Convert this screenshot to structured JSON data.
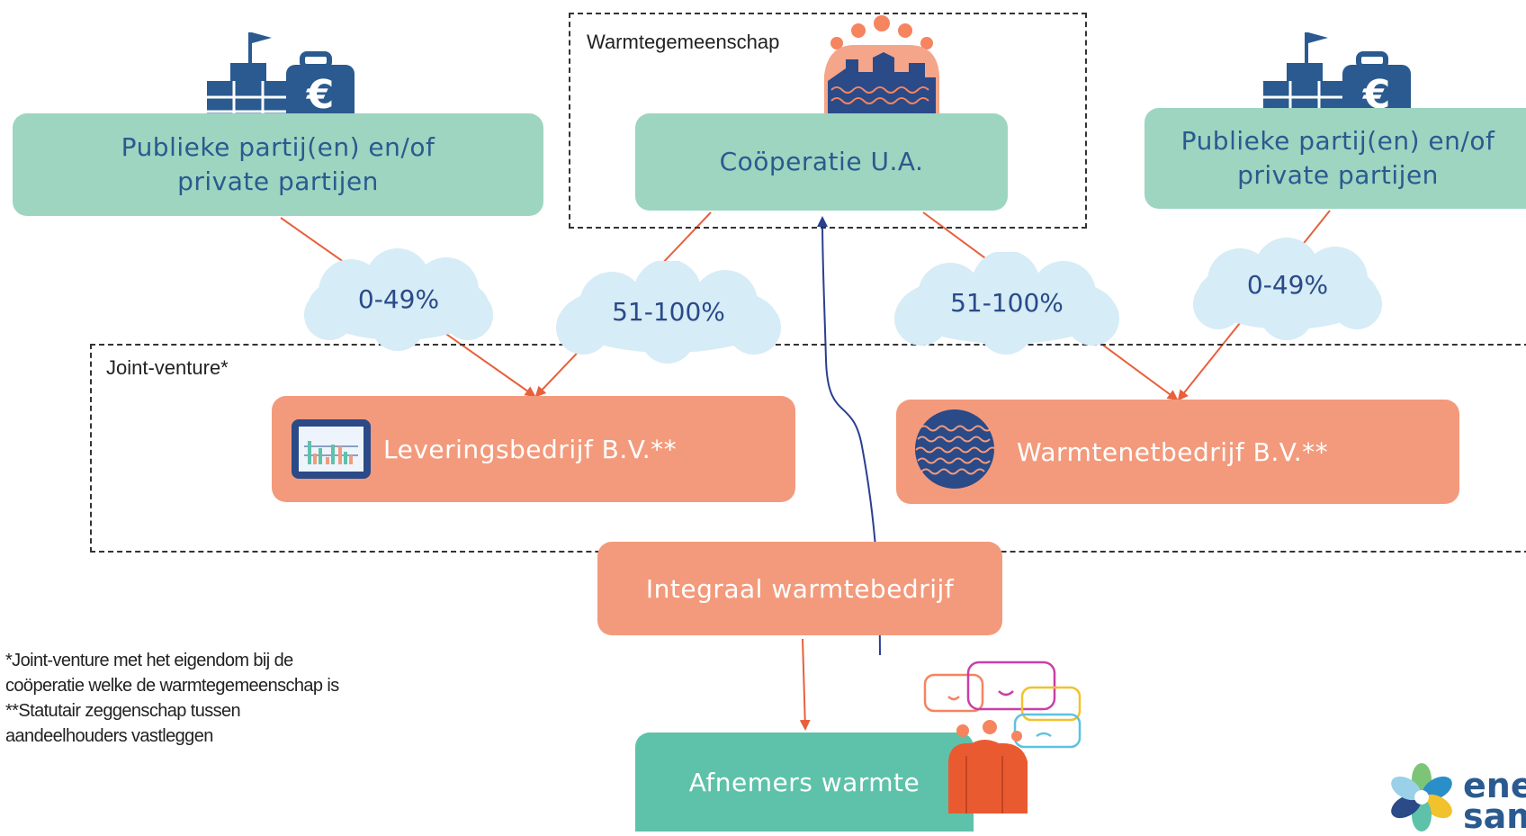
{
  "colors": {
    "green_box": "#9dd5c0",
    "teal_box": "#5dc2a9",
    "orange_box": "#f39a7c",
    "cloud": "#d6ecf6",
    "box_text_blue": "#2a5a8f",
    "arrow": "#e8603c",
    "feedback_arrow": "#2a3f8f"
  },
  "groups": {
    "community_label": "Warmtegemeenschap",
    "jv_label": "Joint-venture*"
  },
  "nodes": {
    "public_left": [
      "Publieke partij(en) en/of",
      "private partijen"
    ],
    "coop": "Coöperatie U.A.",
    "public_right": [
      "Publieke partij(en) en/of",
      "private partijen"
    ],
    "leverings": "Leveringsbedrijf B.V.**",
    "warmtenet": "Warmtenetbedrijf B.V.**",
    "integraal": "Integraal warmtebedrijf",
    "afnemers": "Afnemers warmte"
  },
  "shares": {
    "left_public": "0-49%",
    "left_coop": "51-100%",
    "right_coop": "51-100%",
    "right_public": "0-49%"
  },
  "footnotes": [
    "*Joint-venture met het eigendom bij de",
    "coöperatie welke de warmtegemeenschap is",
    "**Statutair zeggenschap tussen",
    "aandeelhouders vastleggen"
  ],
  "logo": {
    "line1": "ene",
    "line2": "sam"
  },
  "icons": {
    "public_left": "government-building-euro-briefcase-icon",
    "public_right": "government-building-euro-briefcase-icon",
    "coop": "community-people-houses-icon",
    "leverings": "monitor-chart-icon",
    "warmtenet": "heat-network-wave-icon",
    "afnemers": "customers-speech-bubbles-icon",
    "logo": "flower-logo-icon"
  }
}
